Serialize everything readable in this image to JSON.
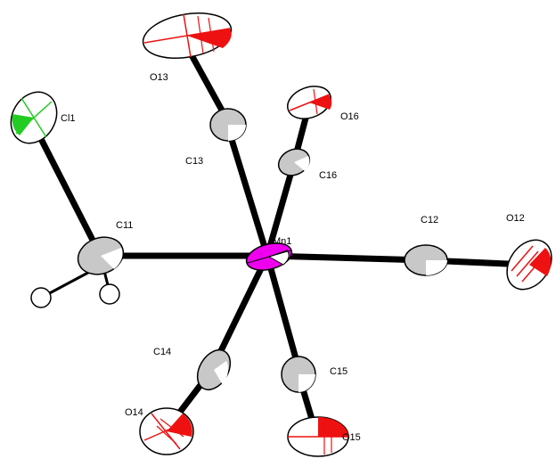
{
  "atoms": [
    {
      "id": "Mn1",
      "label": "Mn1",
      "element": "Mn",
      "color": "#ee00ee"
    },
    {
      "id": "Cl1",
      "label": "Cl1",
      "element": "Cl",
      "color": "#22cc22"
    },
    {
      "id": "C11",
      "label": "C11",
      "element": "C",
      "color": "#c8c8c8"
    },
    {
      "id": "C12",
      "label": "C12",
      "element": "C",
      "color": "#c8c8c8"
    },
    {
      "id": "C13",
      "label": "C13",
      "element": "C",
      "color": "#c8c8c8"
    },
    {
      "id": "C14",
      "label": "C14",
      "element": "C",
      "color": "#c8c8c8"
    },
    {
      "id": "C15",
      "label": "C15",
      "element": "C",
      "color": "#c8c8c8"
    },
    {
      "id": "C16",
      "label": "C16",
      "element": "C",
      "color": "#c8c8c8"
    },
    {
      "id": "O12",
      "label": "O12",
      "element": "O",
      "color": "#ee1111"
    },
    {
      "id": "O13",
      "label": "O13",
      "element": "O",
      "color": "#ee1111"
    },
    {
      "id": "O14",
      "label": "O14",
      "element": "O",
      "color": "#ee1111"
    },
    {
      "id": "O15",
      "label": "O15",
      "element": "O",
      "color": "#ee1111"
    },
    {
      "id": "O16",
      "label": "O16",
      "element": "O",
      "color": "#ee1111"
    },
    {
      "id": "H11A",
      "label": "",
      "element": "H",
      "color": "#ffffff"
    },
    {
      "id": "H11B",
      "label": "",
      "element": "H",
      "color": "#ffffff"
    }
  ],
  "bonds": [
    [
      "Mn1",
      "C11"
    ],
    [
      "Mn1",
      "C12"
    ],
    [
      "Mn1",
      "C13"
    ],
    [
      "Mn1",
      "C14"
    ],
    [
      "Mn1",
      "C15"
    ],
    [
      "Mn1",
      "C16"
    ],
    [
      "C11",
      "Cl1"
    ],
    [
      "C11",
      "H11A"
    ],
    [
      "C11",
      "H11B"
    ],
    [
      "C12",
      "O12"
    ],
    [
      "C13",
      "O13"
    ],
    [
      "C14",
      "O14"
    ],
    [
      "C15",
      "O15"
    ],
    [
      "C16",
      "O16"
    ]
  ]
}
